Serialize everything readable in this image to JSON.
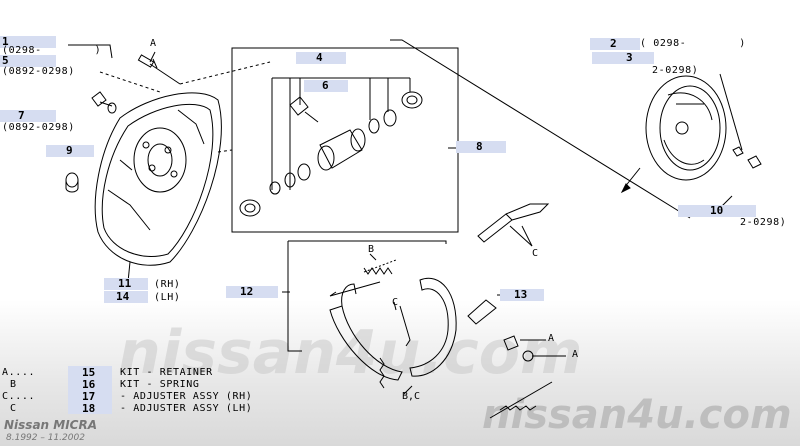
{
  "callouts": {
    "c1": "1",
    "c1_range": "(0298-        )",
    "c5": "5",
    "c5_range": "(0892-0298)",
    "c7": "7",
    "c7_range": "(0892-0298)",
    "c9": "9",
    "c4": "4",
    "c6": "6",
    "c8": "8",
    "c2": "2",
    "c2_range": "( 0298-        )",
    "c3": "3",
    "c3_qty": "2-0298)",
    "c10": "10",
    "c10_qty": "2-0298)",
    "c11": "11",
    "c11_side": "(RH)",
    "c14": "14",
    "c14_side": "(LH)",
    "c12": "12",
    "c13": "13"
  },
  "letters": {
    "A": "A",
    "B": "B",
    "C": "C",
    "BC": "B,C"
  },
  "legend": [
    {
      "key": "A....",
      "num": "15",
      "text": "KIT - RETAINER"
    },
    {
      "key": "B",
      "num": "16",
      "text": "KIT - SPRING"
    },
    {
      "key": "C....",
      "num": "17",
      "text": "- ADJUSTER ASSY (RH)"
    },
    {
      "key": "C",
      "num": "18",
      "text": "- ADJUSTER ASSY (LH)"
    }
  ],
  "watermark": "nissan4u.com",
  "brand": {
    "model": "Nissan MICRA",
    "dates": "8.1992 – 11.2002"
  },
  "colors": {
    "highlight": "#d6ddf1",
    "line": "#000000"
  }
}
